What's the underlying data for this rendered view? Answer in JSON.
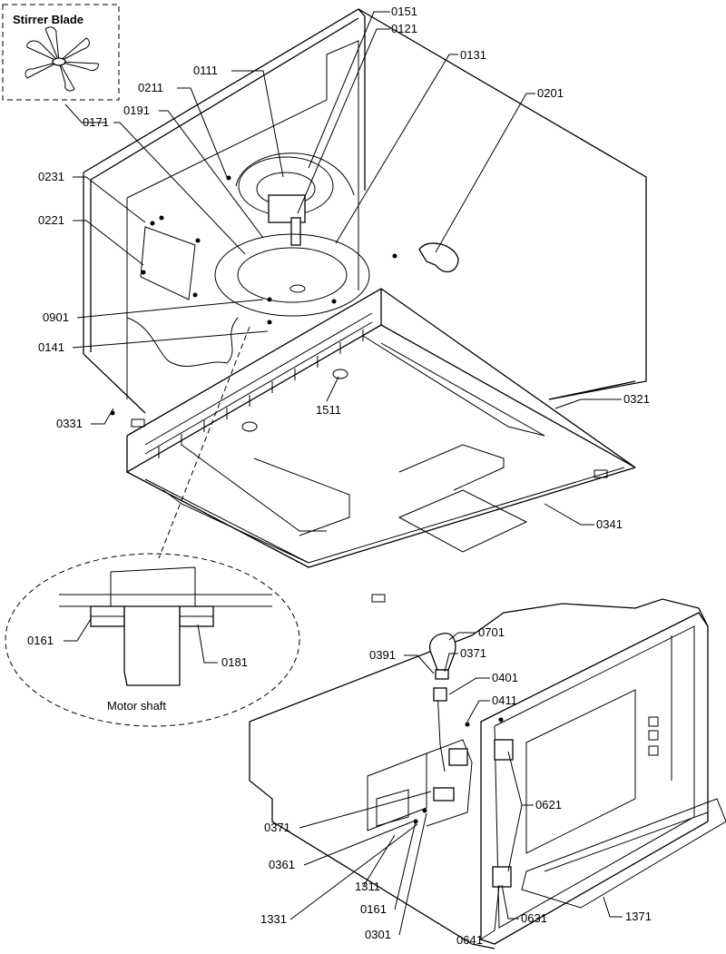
{
  "callouts": {
    "stirrer_blade": "Stirrer Blade",
    "motor_shaft": "Motor shaft"
  },
  "parts": {
    "p0151": "0151",
    "p0121": "0121",
    "p0131": "0131",
    "p0111": "0111",
    "p0211": "0211",
    "p0191": "0191",
    "p0171": "0171",
    "p0201": "0201",
    "p0231": "0231",
    "p0221": "0221",
    "p0901": "0901",
    "p0141": "0141",
    "p0331": "0331",
    "p1511": "1511",
    "p0321": "0321",
    "p0341": "0341",
    "p0161a": "0161",
    "p0181": "0181",
    "p0701": "0701",
    "p0391": "0391",
    "p0371a": "0371",
    "p0401": "0401",
    "p0411": "0411",
    "p0621": "0621",
    "p0371b": "0371",
    "p0361": "0361",
    "p1311": "1311",
    "p1331": "1331",
    "p0161b": "0161",
    "p0301": "0301",
    "p0641": "0641",
    "p0631": "0631",
    "p1371": "1371"
  }
}
